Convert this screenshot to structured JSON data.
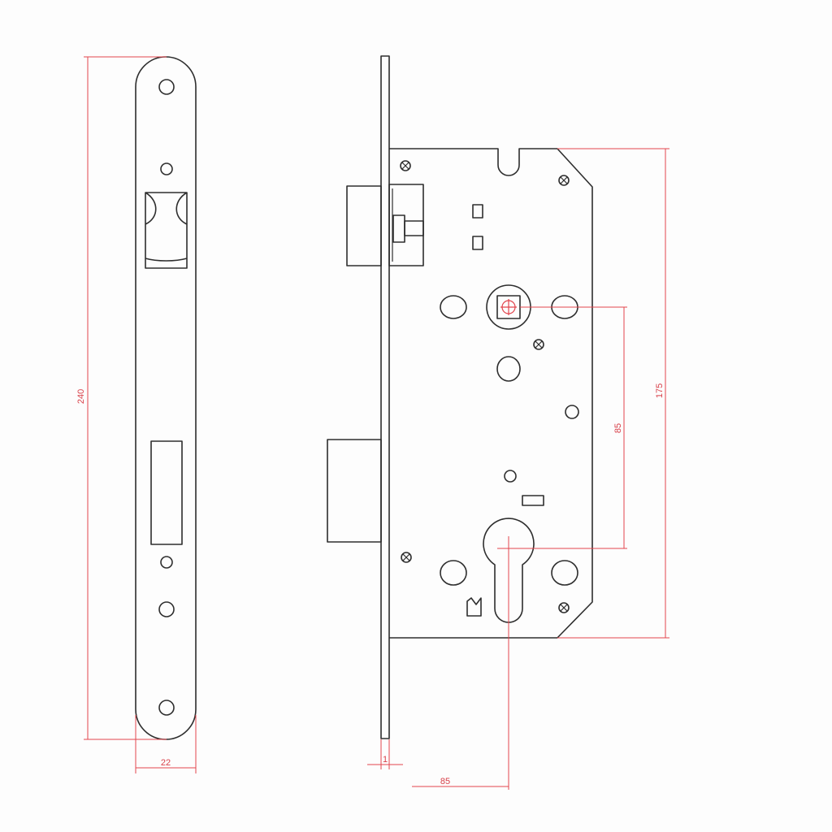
{
  "dimensions": {
    "faceplate_height": "240",
    "faceplate_width": "22",
    "body_height": "175",
    "center_distance": "85",
    "backset": "85",
    "plate_thickness": "1"
  },
  "colors": {
    "line": "#2e2e2e",
    "dimension": "#e2454d",
    "background": "#fdfdfd"
  }
}
